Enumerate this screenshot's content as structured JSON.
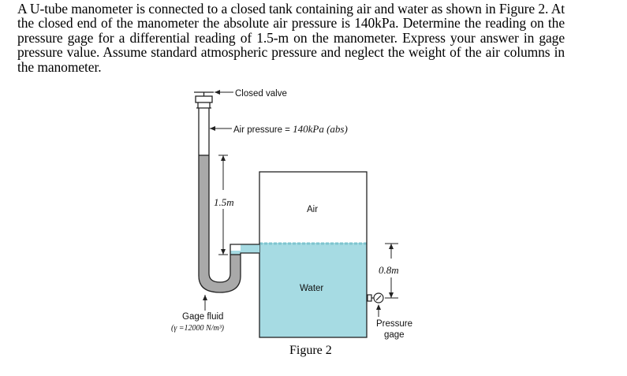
{
  "problem_text": "A U-tube manometer is connected to a closed tank containing air and water as shown in Figure 2. At the closed end of the manometer the absolute air pressure is 140kPa. Determine the reading on the pressure gage for a differential reading of 1.5-m on the manometer. Express your answer in gage pressure value. Assume standard atmospheric pressure and neglect the weight of the air columns in the manometer.",
  "figure": {
    "closed_valve_label": "Closed valve",
    "air_pressure_label_prefix": "Air pressure = ",
    "air_pressure_value": "140kPa (abs)",
    "differential_label": "1.5m",
    "tank_air_label": "Air",
    "tank_water_label": "Water",
    "height_label": "0.8m",
    "gage_fluid_label": "Gage fluid",
    "gage_fluid_gamma": "(γ =12000 N/m³)",
    "pressure_gage_label_line1": "Pressure",
    "pressure_gage_label_line2": "gage",
    "caption": "Figure 2",
    "colors": {
      "water": "#a6dbe3",
      "gage_fluid": "#a9a9a9",
      "outline": "#222222"
    }
  }
}
